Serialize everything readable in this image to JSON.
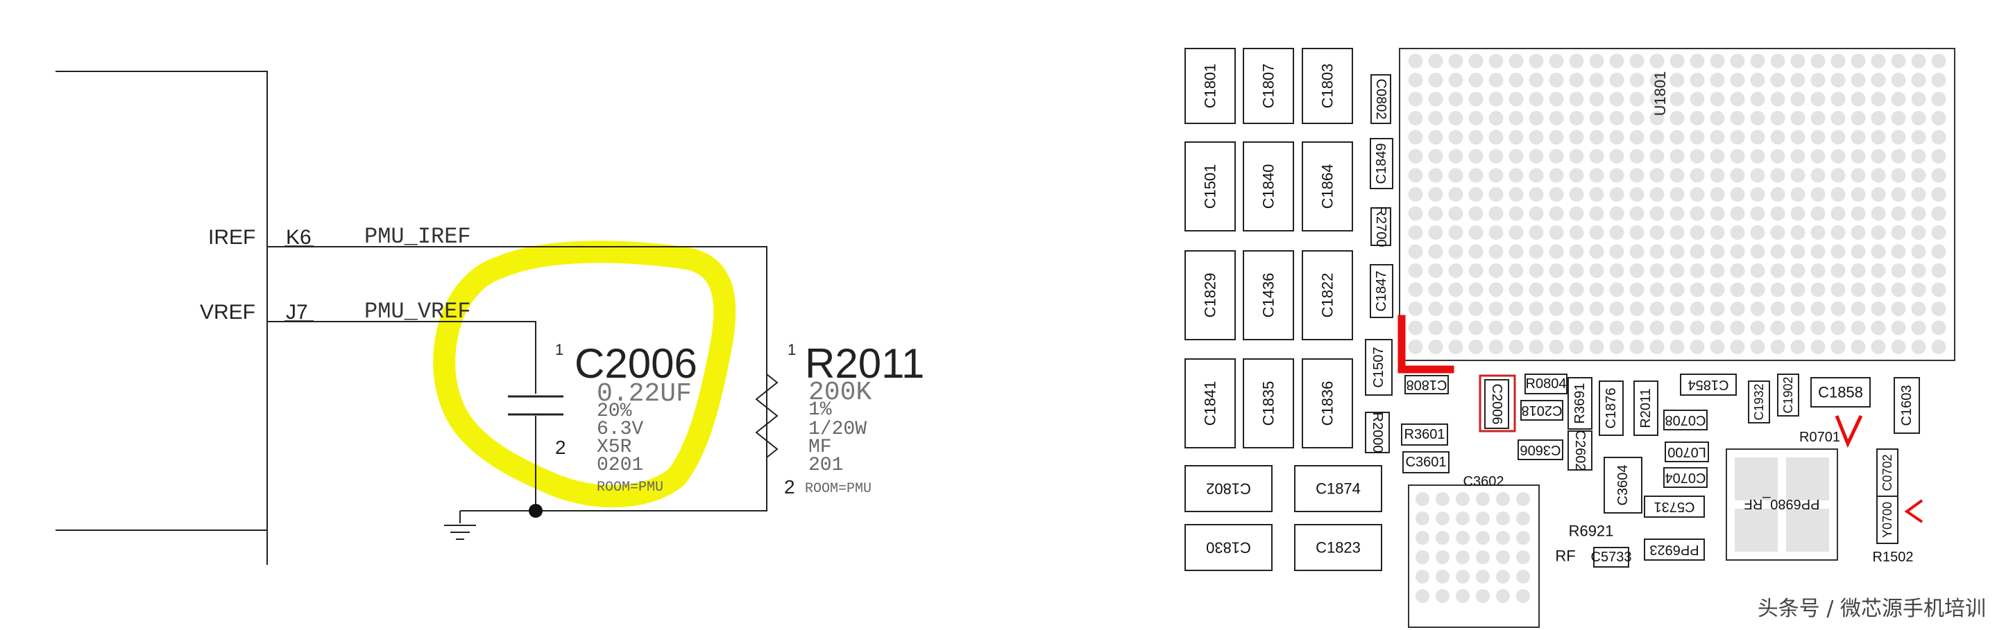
{
  "schematic": {
    "pins": [
      {
        "signal": "IREF",
        "ball": "K6",
        "net": "PMU_IREF"
      },
      {
        "signal": "VREF",
        "ball": "J7",
        "net": "PMU_VREF"
      }
    ],
    "capacitor": {
      "refdes": "C2006",
      "pin1": "1",
      "pin2": "2",
      "value": "0.22UF",
      "tolerance": "20%",
      "voltage": "6.3V",
      "dielectric": "X5R",
      "package": "0201",
      "room": "ROOM=PMU"
    },
    "resistor": {
      "refdes": "R2011",
      "pin1": "1",
      "pin2": "2",
      "value": "200K",
      "tolerance": "1%",
      "power": "1/20W",
      "type": "MF",
      "package": "201",
      "room": "ROOM=PMU"
    }
  },
  "pcb": {
    "ic_label": "U1801",
    "labels": [
      "C1801",
      "C1807",
      "C1803",
      "C1849",
      "R2700",
      "C1847",
      "C1501",
      "C1840",
      "C1864",
      "C1829",
      "C1436",
      "C1822",
      "C1507",
      "C1841",
      "C1835",
      "C1836",
      "C1802",
      "C1874",
      "C1830",
      "C1823",
      "C1808",
      "R0804",
      "C2018",
      "C1876",
      "R2011",
      "C1854",
      "C1932",
      "C1902",
      "C1858",
      "C1603",
      "R0701",
      "C2006",
      "R2000",
      "R3601",
      "C3601",
      "C3602",
      "C3606",
      "C3604",
      "C0708",
      "L0700",
      "C0704",
      "C0702",
      "Y0700",
      "PP6980_RF",
      "R6921",
      "RF",
      "C5733",
      "C5731",
      "PP6923",
      "R1502",
      "C0802",
      "R3691",
      "C2602"
    ]
  },
  "watermark": "头条号 / 微芯源手机培训",
  "colors": {
    "highlight": "#f4f40a",
    "marker": "#ea0d0d",
    "selected": "#cc2222",
    "pad": "#e3e3e3"
  }
}
